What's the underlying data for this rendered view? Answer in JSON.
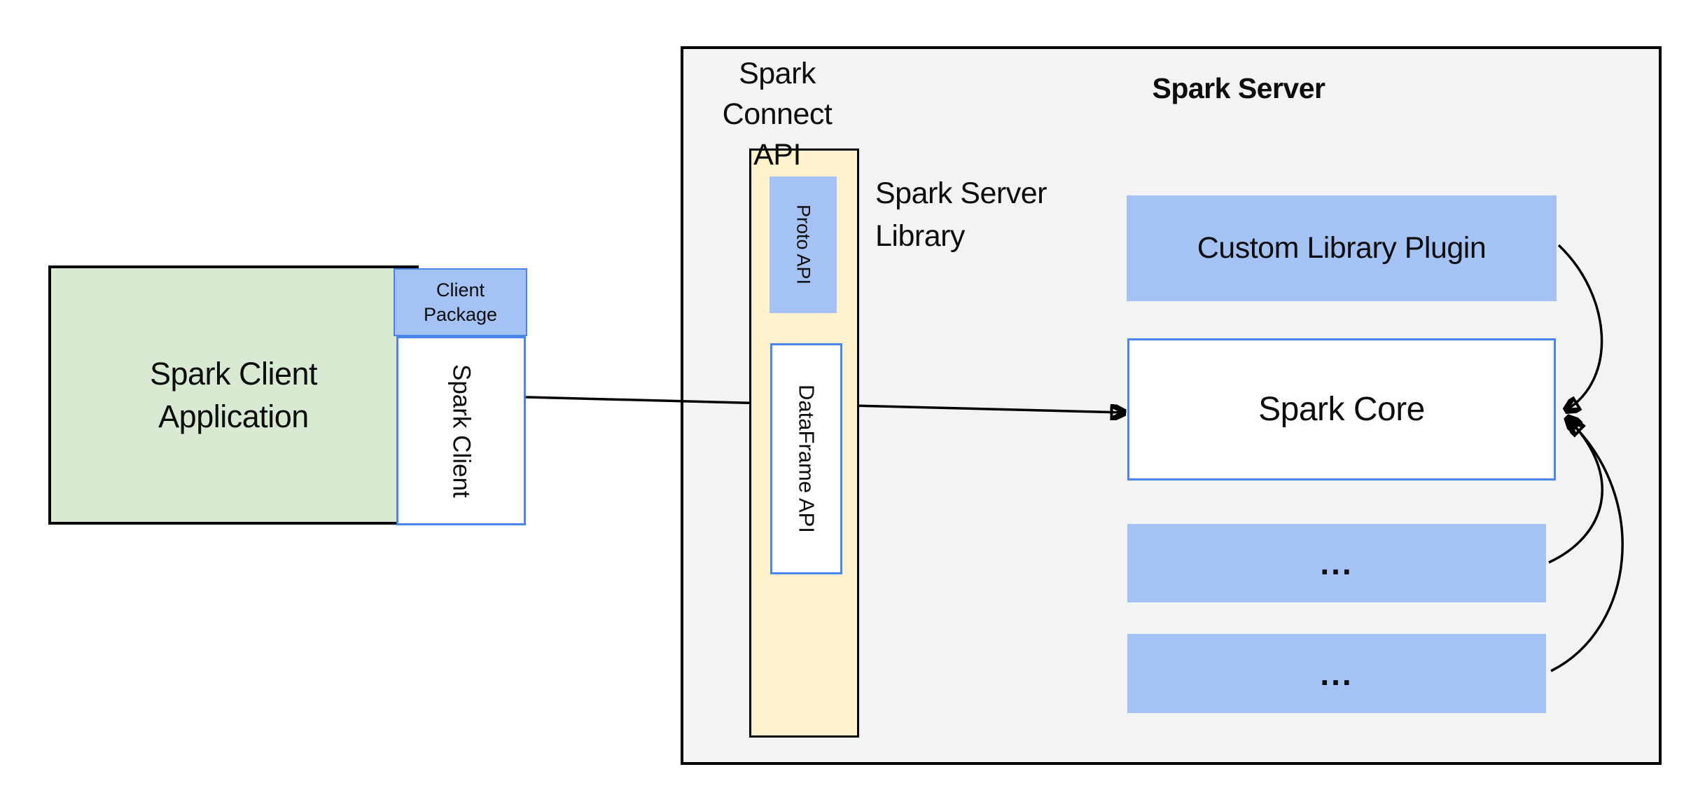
{
  "colors": {
    "box_blue": "#a4c2f4",
    "box_green": "#d9ead3",
    "box_yellow": "#fff2cc",
    "panel_gray": "#f3f3f3",
    "border_blue": "#4a86e8",
    "border_black": "#000000",
    "arrow_black": "#000000"
  },
  "client": {
    "application": {
      "line1": "Spark Client",
      "line2": "Application"
    },
    "package": {
      "line1": "Client",
      "line2": "Package"
    },
    "spark_client_label": "Spark Client"
  },
  "connect_api": {
    "line1": "Spark Connect",
    "line2": "API"
  },
  "server_library": {
    "line1": "Spark Server",
    "line2": "Library"
  },
  "server": {
    "title": "Spark Server",
    "proto_api": "Proto API",
    "dataframe_api": "DataFrame API",
    "custom_plugin": "Custom Library Plugin",
    "spark_core": "Spark Core",
    "more_1": "...",
    "more_2": "..."
  }
}
